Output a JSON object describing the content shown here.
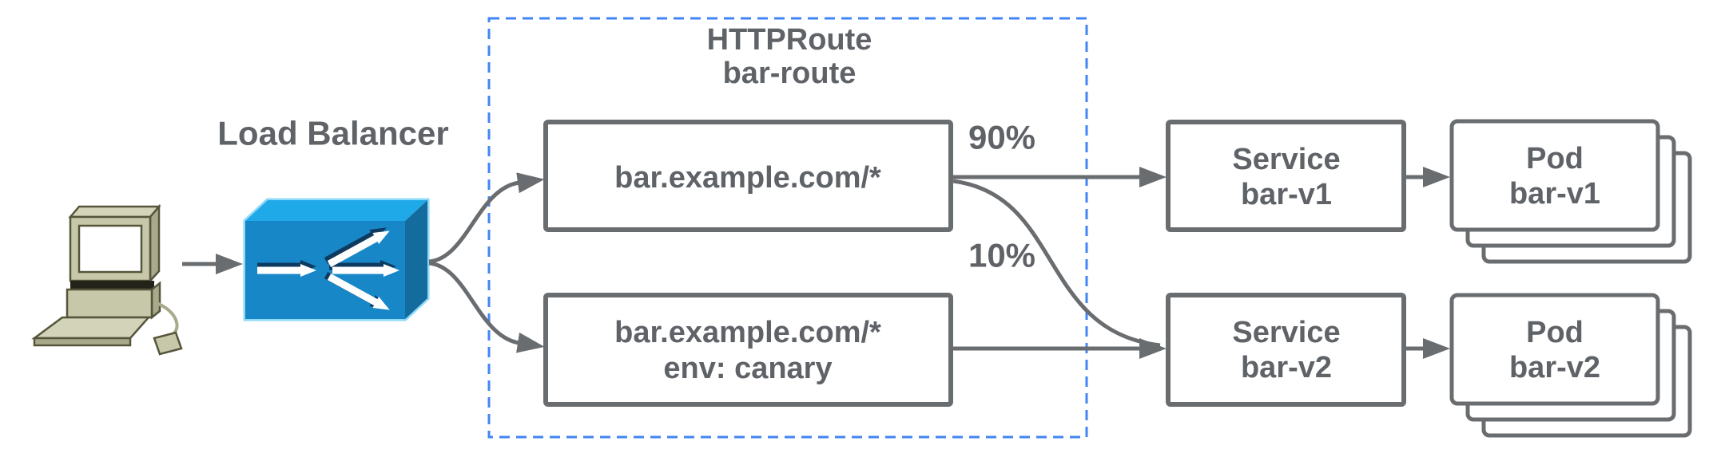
{
  "colors": {
    "accent_blue": "#4285F4",
    "accent_green": "#34A853",
    "text_gray": "#5F6368",
    "line_gray": "#6A6D70",
    "lb_front": "#1787C8",
    "lb_top": "#1FA9E8",
    "lb_side": "#136B9E"
  },
  "icons": {
    "client": "desktop-computer-icon",
    "load_balancer": "traffic-splitter-icon"
  },
  "load_balancer": {
    "label": "Load Balancer"
  },
  "httproute": {
    "title": "HTTPRoute",
    "name": "bar-route",
    "matches": [
      {
        "line1": "bar.example.com/*"
      },
      {
        "line1": "bar.example.com/*",
        "line2": "env: canary"
      }
    ]
  },
  "traffic_split": [
    {
      "label": "90%",
      "color": "#4285F4"
    },
    {
      "label": "10%",
      "color": "#34A853"
    }
  ],
  "services": [
    {
      "kind": "Service",
      "name": "bar-v1",
      "color": "#4285F4"
    },
    {
      "kind": "Service",
      "name": "bar-v2",
      "color": "#34A853"
    }
  ],
  "pods": [
    {
      "kind": "Pod",
      "name": "bar-v1",
      "color": "#4285F4"
    },
    {
      "kind": "Pod",
      "name": "bar-v2",
      "color": "#34A853"
    }
  ]
}
